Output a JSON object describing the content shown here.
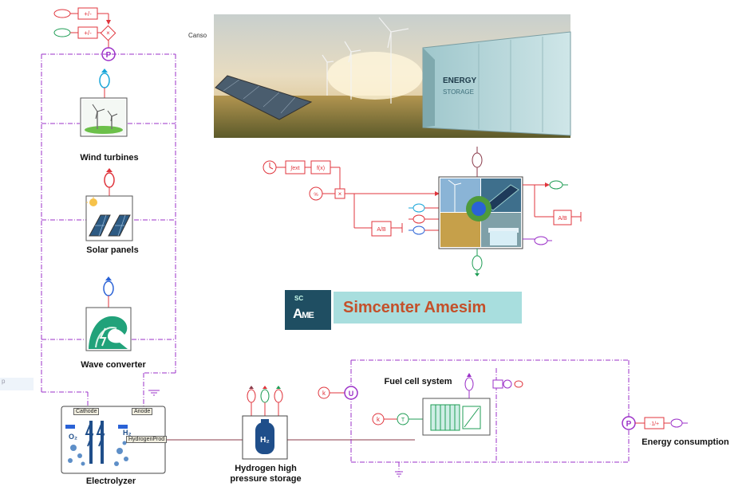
{
  "labels": {
    "wind": "Wind turbines",
    "solar": "Solar panels",
    "wave": "Wave converter",
    "electrolyzer": "Electrolyzer",
    "storage_line1": "Hydrogen high",
    "storage_line2": "pressure storage",
    "fuel_cell": "Fuel cell system",
    "energy": "Energy consumption",
    "canso": "Canso"
  },
  "electrolyzer_tags": {
    "cathode": "Cathode",
    "anode": "Anode",
    "hydrogen_prod": "HydrogenProd"
  },
  "logo": {
    "sc": "SC",
    "ame_big": "A",
    "ame_small": "ME",
    "product": "Simcenter Amesim"
  },
  "photo_text": {
    "energy": "ENERGY",
    "storage": "STORAGE"
  },
  "colors": {
    "bus": "#9b30c8",
    "signal": "#e0353d",
    "hydrogen_line": "#8a3a4a",
    "green": "#1f9d55",
    "blue": "#2a62d6",
    "cyan": "#19a6d9",
    "banner": "#a8dede",
    "banner_text": "#c4502a",
    "logo_bg": "#1f4e62"
  }
}
